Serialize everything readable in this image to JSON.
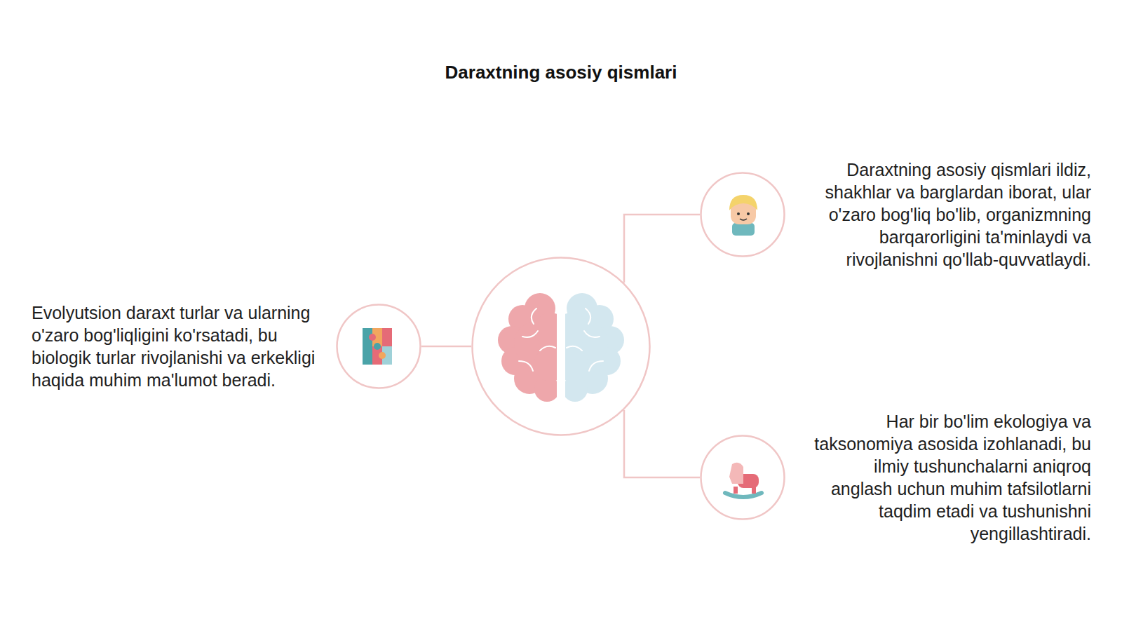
{
  "diagram": {
    "title": "Daraxtning asosiy qismlari",
    "nodes": [
      {
        "text": []
      },
      {
        "text": [
          "Evolyutsion daraxt turlar va ularning o'zaro bog'liqligini ko'rsatadi, bu biologik turlar rivojlanishi va erkekligi haqida muhim ma'lumot beradi."
        ]
      },
      {
        "text": [
          "Daraxtning asosiy qismlari ildiz, shakhlar va barglardan iborat, ular o'zaro bog'liq bo'lib, organizmning barqarorligini ta'minlaydi va rivojlanishni qo'llab-quvvatlaydi."
        ]
      },
      {
        "text": [
          "Har bir bo'lim ekologiya va taksonomiya asosida izohlanadi, bu ilmiy tushunchalarni aniqroq anglash uchun muhim tafsilotlarni taqdim etadi va tushunishni yengillashtiradi."
        ]
      }
    ],
    "edges": [
      {
        "from": 0,
        "to": 1,
        "arrow": "none"
      },
      {
        "from": 0,
        "to": 2,
        "arrow": "none"
      },
      {
        "from": 0,
        "to": 3,
        "arrow": "none"
      }
    ]
  }
}
